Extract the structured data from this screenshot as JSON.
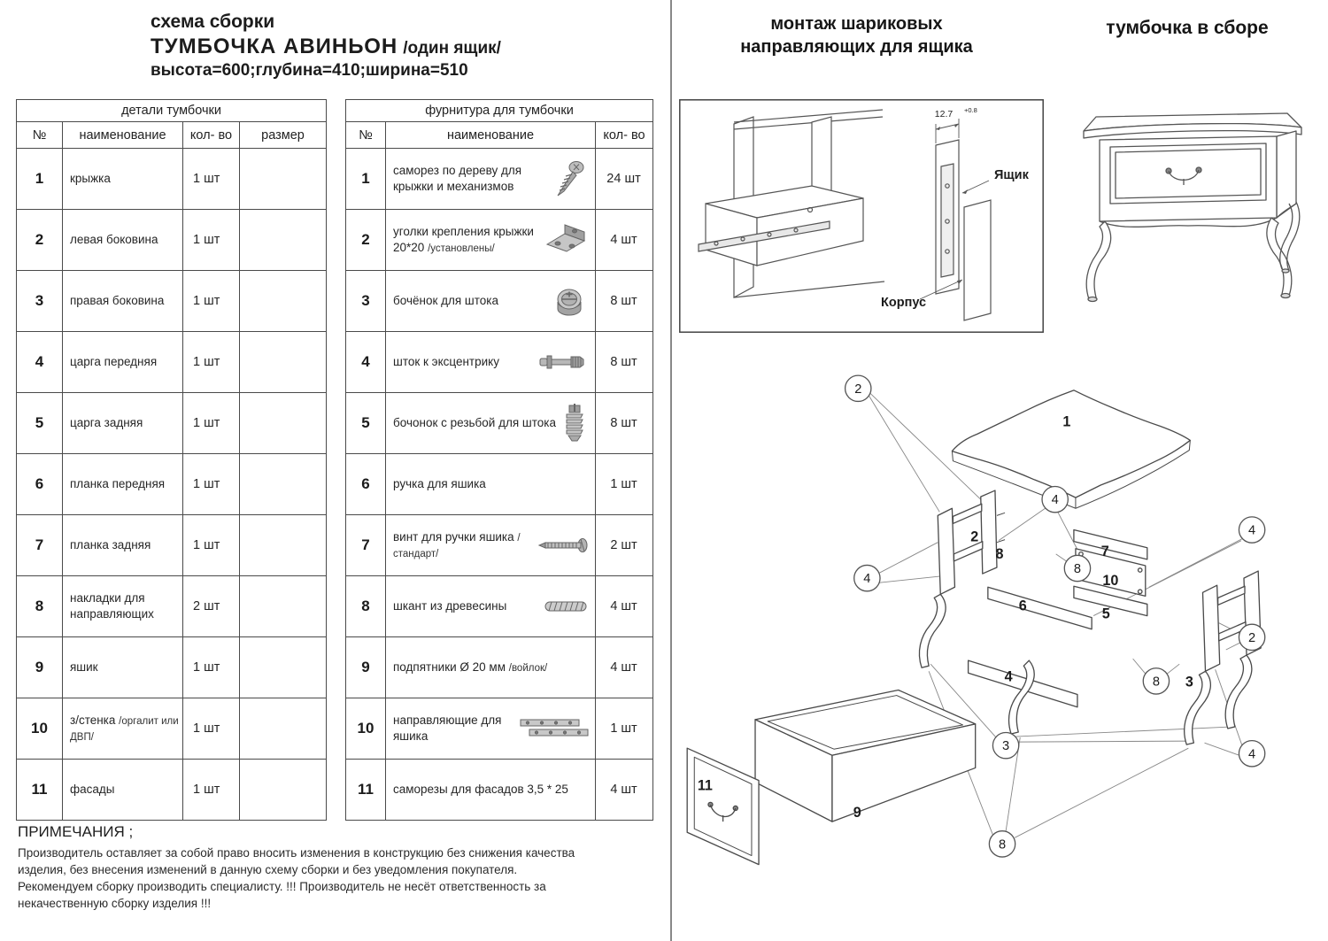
{
  "header": {
    "line1": "схема сборки",
    "line2_main": "ТУМБОЧКА  АВИНЬОН",
    "line2_sub": "/один ящик/",
    "line3": "высота=600;глубина=410;ширина=510"
  },
  "parts_table": {
    "title": "детали тумбочки",
    "col_num": "№",
    "col_name": "наименование",
    "col_qty": "кол- во",
    "col_size": "размер",
    "rows": [
      {
        "num": "1",
        "name": "крыжка",
        "note": "",
        "qty": "1 шт"
      },
      {
        "num": "2",
        "name": "левая боковина",
        "note": "",
        "qty": "1 шт"
      },
      {
        "num": "3",
        "name": "правая боковина",
        "note": "",
        "qty": "1 шт"
      },
      {
        "num": "4",
        "name": "царга передняя",
        "note": "",
        "qty": "1 шт"
      },
      {
        "num": "5",
        "name": "царга задняя",
        "note": "",
        "qty": "1 шт"
      },
      {
        "num": "6",
        "name": "планка передняя",
        "note": "",
        "qty": "1 шт"
      },
      {
        "num": "7",
        "name": "планка задняя",
        "note": "",
        "qty": "1 шт"
      },
      {
        "num": "8",
        "name": "накладки для направляющих",
        "note": "",
        "qty": "2 шт"
      },
      {
        "num": "9",
        "name": "яшик",
        "note": "",
        "qty": "1 шт"
      },
      {
        "num": "10",
        "name": "з/стенка",
        "note": "/оргалит или ДВП/",
        "qty": "1 шт"
      },
      {
        "num": "11",
        "name": "фасады",
        "note": "",
        "qty": "1 шт"
      }
    ]
  },
  "hardware_table": {
    "title": "фурнитура для тумбочки",
    "col_num": "№",
    "col_name": "наименование",
    "col_qty": "кол- во",
    "rows": [
      {
        "num": "1",
        "name": "саморез по дереву для крыжки и механизмов",
        "note": "",
        "qty": "24 шт",
        "icon": "wood-screw-icon"
      },
      {
        "num": "2",
        "name": "уголки крепления крыжки 20*20",
        "note": "/установлены/",
        "qty": "4 шт",
        "icon": "corner-bracket-icon"
      },
      {
        "num": "3",
        "name": "бочёнок для штока",
        "note": "",
        "qty": "8 шт",
        "icon": "cam-lock-icon"
      },
      {
        "num": "4",
        "name": "шток к эксцентрику",
        "note": "",
        "qty": "8 шт",
        "icon": "cam-bolt-icon"
      },
      {
        "num": "5",
        "name": "бочонок с резьбой для штока",
        "note": "",
        "qty": "8 шт",
        "icon": "threaded-barrel-icon"
      },
      {
        "num": "6",
        "name": "ручка для яшика",
        "note": "",
        "qty": "1 шт",
        "icon": ""
      },
      {
        "num": "7",
        "name": "винт для ручки яшика",
        "note": "/стандарт/",
        "qty": "2 шт",
        "icon": "handle-screw-icon"
      },
      {
        "num": "8",
        "name": "шкант из древесины",
        "note": "",
        "qty": "4 шт",
        "icon": "dowel-icon"
      },
      {
        "num": "9",
        "name": "подпятники  Ø 20 мм",
        "note": "/войлок/",
        "qty": "4 шт",
        "icon": ""
      },
      {
        "num": "10",
        "name": "направляющие для яшика",
        "note": "",
        "qty": "1 шт",
        "icon": "drawer-slides-icon"
      },
      {
        "num": "11",
        "name": "саморезы для фасадов 3,5 * 25",
        "note": "",
        "qty": "4 шт",
        "icon": ""
      }
    ]
  },
  "notes": {
    "heading": "ПРИМЕЧАНИЯ ;",
    "body": "Производитель оставляет за собой право вносить изменения в конструкцию без снижения качества изделия, без внесения изменений в данную схему сборки и без уведомления покупателя. Рекомендуем сборку производить специалисту. !!! Производитель не несёт ответственность за некачественную сборку изделия !!!"
  },
  "slide_section": {
    "title_line1": "монтаж шариковых",
    "title_line2": "направляющих для ящика",
    "label_drawer": "Ящик",
    "label_body": "Корпус",
    "dim_value": "12.7",
    "dim_tol": "+0.8"
  },
  "assembled_section": {
    "title": "тумбочка в сборе"
  },
  "exploded": {
    "part_labels": [
      "1",
      "2",
      "8",
      "7",
      "10",
      "6",
      "5",
      "4",
      "3",
      "11",
      "9"
    ],
    "callouts": [
      "2",
      "4",
      "4",
      "8",
      "4",
      "2",
      "8",
      "3",
      "4",
      "8"
    ]
  }
}
